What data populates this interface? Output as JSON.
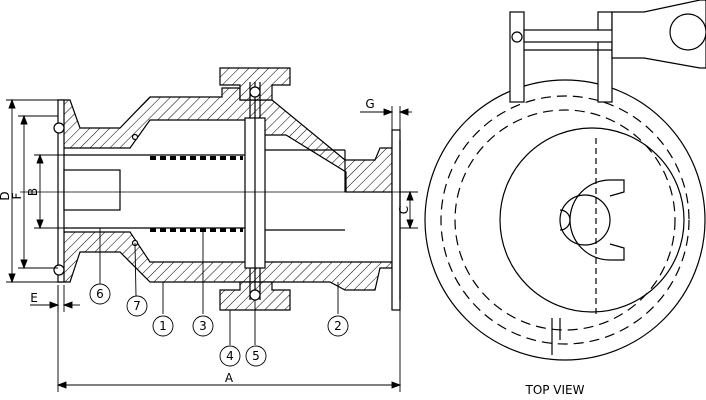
{
  "drawing": {
    "caption": "TOP VIEW",
    "dimensions": {
      "A": "A",
      "C": "C",
      "D": "D",
      "E": "E",
      "F": "F",
      "G": "G",
      "B": "B"
    },
    "balloons": {
      "b1": "1",
      "b2": "2",
      "b3": "3",
      "b4": "4",
      "b5": "5",
      "b6": "6",
      "b7": "7"
    }
  }
}
